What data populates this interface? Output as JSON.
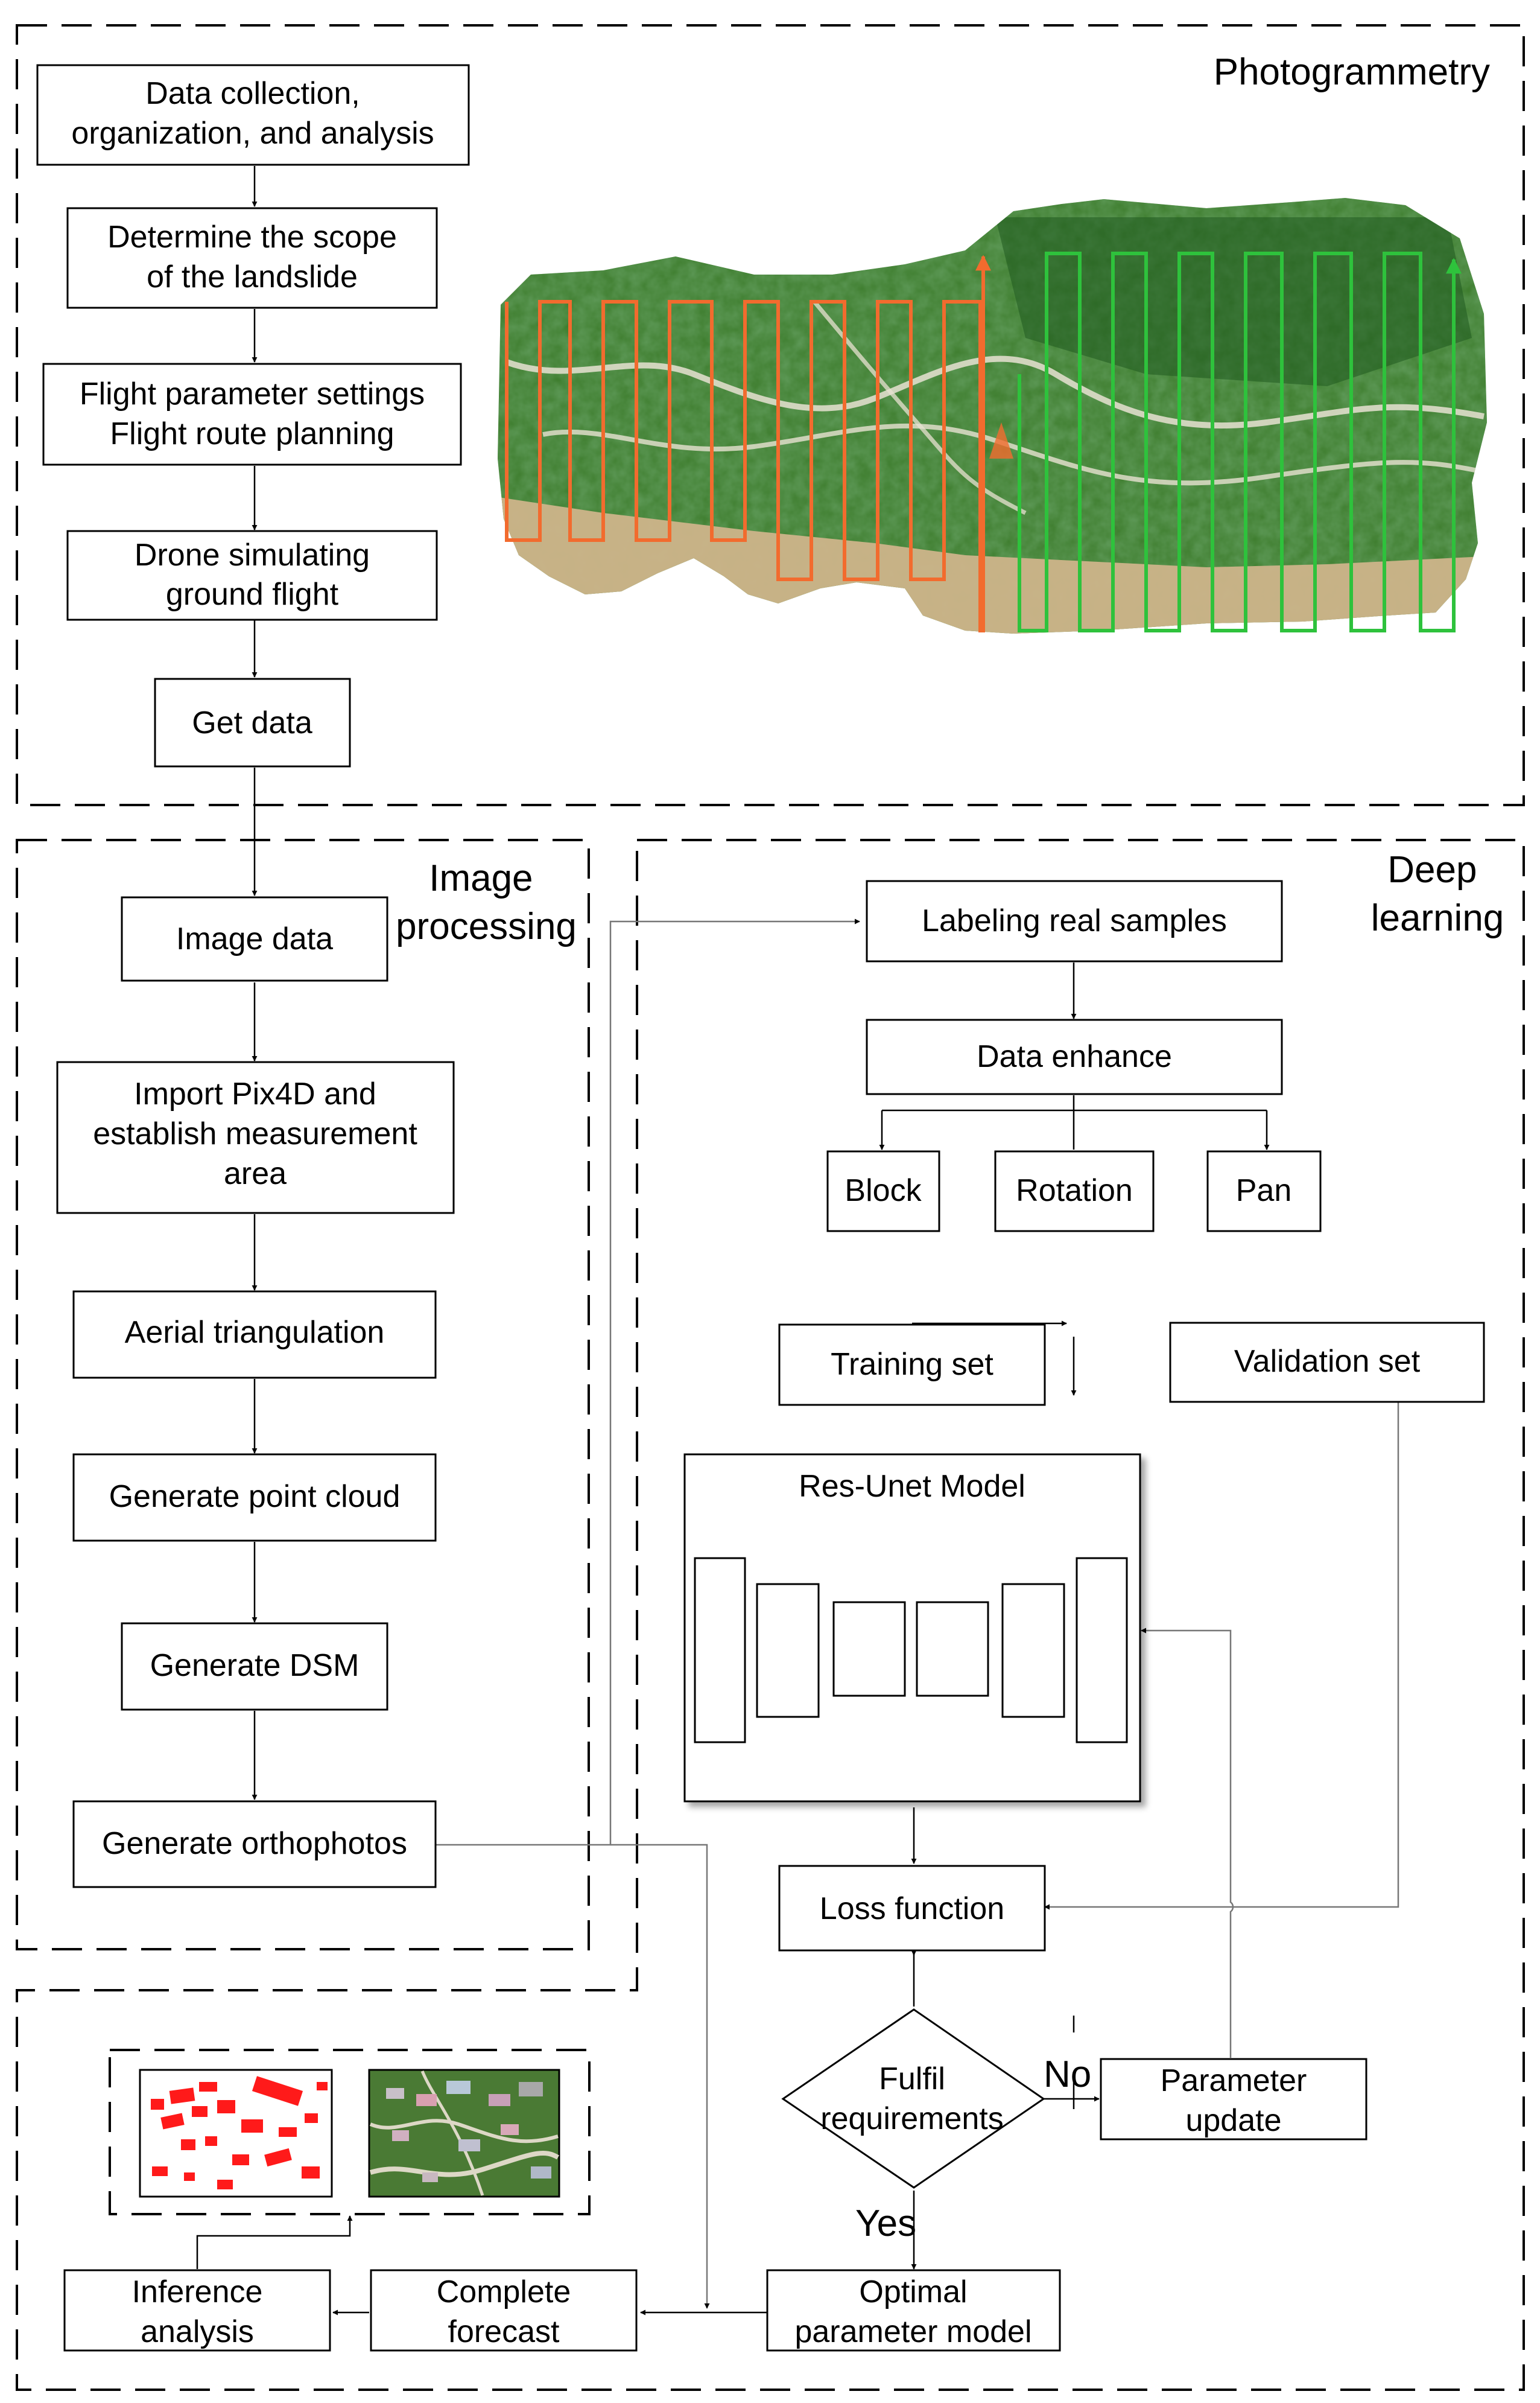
{
  "sections": {
    "photogrammetry": "Photogrammetry",
    "image_processing": [
      "Image",
      "processing"
    ],
    "deep_learning": [
      "Deep",
      "learning"
    ]
  },
  "nodes": {
    "data_collection": [
      "Data collection,",
      "organization, and analysis"
    ],
    "determine_scope": [
      "Determine the scope",
      "of the landslide"
    ],
    "flight_params": [
      "Flight parameter settings",
      "Flight route planning"
    ],
    "drone_flight": [
      "Drone simulating",
      "ground flight"
    ],
    "get_data": [
      "Get data"
    ],
    "image_data": [
      "Image data"
    ],
    "import_pix4d": [
      "Import Pix4D and",
      "establish measurement",
      "area"
    ],
    "aerial_triangulation": [
      "Aerial triangulation"
    ],
    "point_cloud": [
      "Generate point cloud"
    ],
    "generate_dsm": [
      "Generate DSM"
    ],
    "orthophotos": [
      "Generate orthophotos"
    ],
    "labeling": [
      "Labeling real samples"
    ],
    "data_enhance": [
      "Data enhance"
    ],
    "block": [
      "Block"
    ],
    "rotation": [
      "Rotation"
    ],
    "pan": [
      "Pan"
    ],
    "training_set": [
      "Training set"
    ],
    "validation_set": [
      "Validation set"
    ],
    "resunet_title": "Res-Unet Model",
    "loss_function": [
      "Loss function"
    ],
    "fulfil": [
      "Fulfil",
      "requirements"
    ],
    "parameter_update": [
      "Parameter",
      "update"
    ],
    "optimal_model": [
      "Optimal",
      "parameter model"
    ],
    "complete_forecast": [
      "Complete",
      "forecast"
    ],
    "inference_analysis": [
      "Inference",
      "analysis"
    ]
  },
  "edge_labels": {
    "no": "No",
    "yes": "Yes"
  },
  "colors": {
    "line": "#000000",
    "route_orange": "#f26b2e",
    "route_green": "#2ec23c",
    "terrain_green": "#3f7e2f",
    "terrain_sand": "#cdb48a",
    "building_red": "#ff1a1a"
  },
  "icons": [
    "drone-route-map",
    "segmentation-mask-thumbnail",
    "orthophoto-thumbnail"
  ]
}
